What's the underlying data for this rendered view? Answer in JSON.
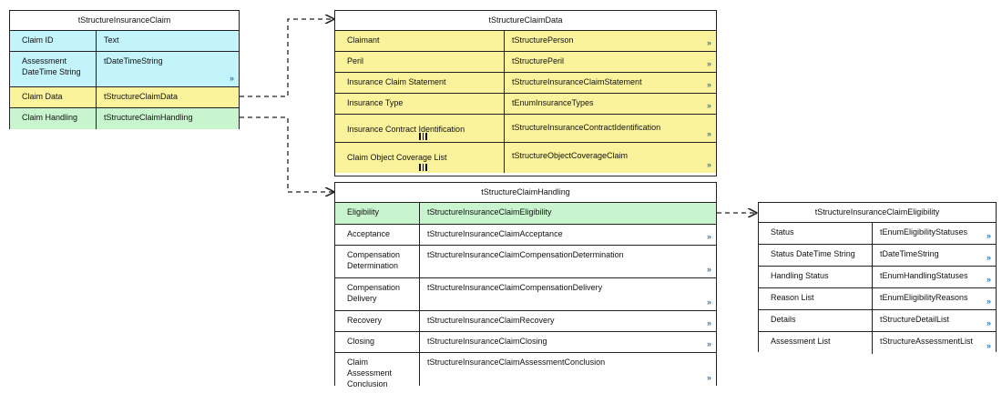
{
  "claim": {
    "title": "tStructureInsuranceClaim",
    "rows": [
      {
        "name": "Claim ID",
        "type": "Text"
      },
      {
        "name": "Assessment DateTime String",
        "type": "tDateTimeString",
        "chevron": "»"
      },
      {
        "name": "Claim Data",
        "type": "tStructureClaimData"
      },
      {
        "name": "Claim Handling",
        "type": "tStructureClaimHandling"
      }
    ]
  },
  "claim_data": {
    "title": "tStructureClaimData",
    "rows": [
      {
        "name": "Claimant",
        "type": "tStructurePerson",
        "chevron": "»"
      },
      {
        "name": "Peril",
        "type": "tStructurePeril",
        "chevron": "»"
      },
      {
        "name": "Insurance Claim Statement",
        "type": "tStructureInsuranceClaimStatement",
        "chevron": "»"
      },
      {
        "name": "Insurance Type",
        "type": "tEnumInsuranceTypes",
        "chevron": "»"
      },
      {
        "name": "Insurance Contract Identification",
        "type": "tStructureInsuranceContractIdentification",
        "chevron": "»"
      },
      {
        "name": "Claim Object Coverage List",
        "type": "tStructureObjectCoverageClaim",
        "chevron": "»"
      }
    ]
  },
  "claim_handling": {
    "title": "tStructureClaimHandling",
    "rows": [
      {
        "name": "Eligibility",
        "type": "tStructureInsuranceClaimEligibility"
      },
      {
        "name": "Acceptance",
        "type": "tStructureInsuranceClaimAcceptance",
        "chevron": "»"
      },
      {
        "name": "Compensation Determination",
        "type": "tStructureInsuranceClaimCompensationDetermination",
        "chevron": "»"
      },
      {
        "name": "Compensation Delivery",
        "type": "tStructureInsuranceClaimCompensationDelivery",
        "chevron": "»"
      },
      {
        "name": "Recovery",
        "type": "tStructureInsuranceClaimRecovery",
        "chevron": "»"
      },
      {
        "name": "Closing",
        "type": "tStructureInsuranceClaimClosing",
        "chevron": "»"
      },
      {
        "name": "Claim Assessment Conclusion",
        "type": "tStructureInsuranceClaimAssessmentConclusion",
        "chevron": "»"
      }
    ]
  },
  "eligibility": {
    "title": "tStructureInsuranceClaimEligibility",
    "rows": [
      {
        "name": "Status",
        "type": "tEnumEligibilityStatuses",
        "chevron": "»"
      },
      {
        "name": "Status DateTime String",
        "type": "tDateTimeString",
        "chevron": "»"
      },
      {
        "name": "Handling Status",
        "type": "tEnumHandlingStatuses",
        "chevron": "»"
      },
      {
        "name": "Reason List",
        "type": "tEnumEligibilityReasons",
        "chevron": "»"
      },
      {
        "name": "Details",
        "type": "tStructureDetailList",
        "chevron": "»"
      },
      {
        "name": "Assessment List",
        "type": "tStructureAssessmentList",
        "chevron": "»"
      }
    ]
  },
  "colors": {
    "cyan": "#c4f4fb",
    "yellow": "#fbf39c",
    "green": "#c8f5cd",
    "chevron": "#2a78b9",
    "line": "#222222"
  }
}
